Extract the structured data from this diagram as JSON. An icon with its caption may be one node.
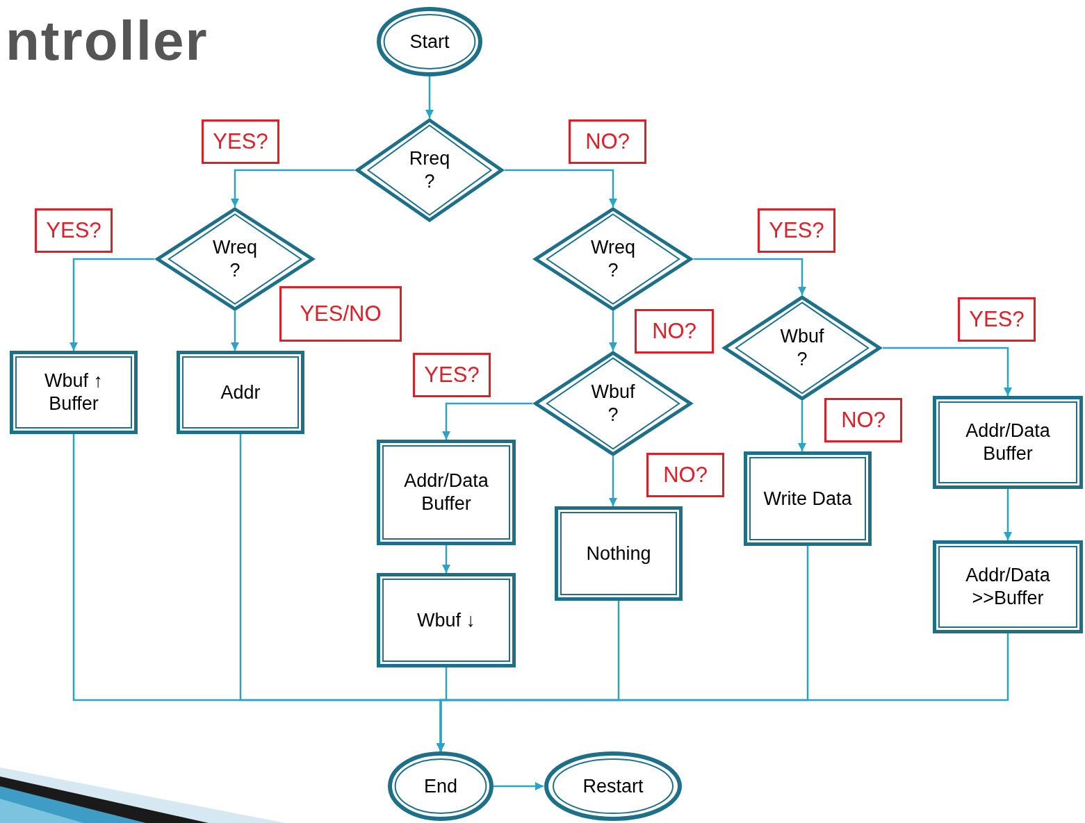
{
  "diagram": {
    "title": "ntroller",
    "nodes": [
      {
        "text": [
          "Start"
        ]
      },
      {
        "text": [
          "Rreq ?"
        ]
      },
      {
        "text": [
          "Wreq ?"
        ]
      },
      {
        "text": [
          "Wreq ?"
        ]
      },
      {
        "text": [
          "Wbuf ↑ Buffer"
        ]
      },
      {
        "text": [
          "Addr"
        ]
      },
      {
        "text": [
          "Wbuf ?"
        ]
      },
      {
        "text": [
          "Wbuf ?"
        ]
      },
      {
        "text": [
          "Addr/Data Buffer"
        ]
      },
      {
        "text": [
          "Nothing"
        ]
      },
      {
        "text": [
          "Write Data"
        ]
      },
      {
        "text": [
          "Addr/Data Buffer"
        ]
      },
      {
        "text": [
          "Wbuf ↓"
        ]
      },
      {
        "text": [
          "Addr/Data >>Buffer"
        ]
      },
      {
        "text": [
          "End"
        ]
      },
      {
        "text": [
          "Restart"
        ]
      }
    ],
    "edges": [
      {
        "from": 0,
        "to": 1,
        "arrow": "to"
      },
      {
        "from": 1,
        "to": 2,
        "arrow": "to",
        "label": "YES?"
      },
      {
        "from": 1,
        "to": 3,
        "arrow": "to",
        "label": "NO?"
      },
      {
        "from": 2,
        "to": 4,
        "arrow": "to",
        "label": "YES?"
      },
      {
        "from": 2,
        "to": 5,
        "arrow": "to",
        "label": "YES/NO"
      },
      {
        "from": 3,
        "to": 7,
        "arrow": "to",
        "label": "YES?"
      },
      {
        "from": 3,
        "to": 6,
        "arrow": "to",
        "label": "NO?"
      },
      {
        "from": 6,
        "to": 8,
        "arrow": "to",
        "label": "YES?"
      },
      {
        "from": 6,
        "to": 9,
        "arrow": "to",
        "label": "NO?"
      },
      {
        "from": 7,
        "to": 11,
        "arrow": "to",
        "label": "YES?"
      },
      {
        "from": 7,
        "to": 10,
        "arrow": "to",
        "label": "NO?"
      },
      {
        "from": 8,
        "to": 12,
        "arrow": "to"
      },
      {
        "from": 11,
        "to": 13,
        "arrow": "to"
      },
      {
        "from": 4,
        "to": 14,
        "arrow": "to"
      },
      {
        "from": 5,
        "to": 14,
        "arrow": "to"
      },
      {
        "from": 12,
        "to": 14,
        "arrow": "to"
      },
      {
        "from": 9,
        "to": 14,
        "arrow": "to"
      },
      {
        "from": 10,
        "to": 14,
        "arrow": "to"
      },
      {
        "from": 13,
        "to": 14,
        "arrow": "to"
      },
      {
        "from": 14,
        "to": 15,
        "arrow": "to"
      }
    ]
  }
}
